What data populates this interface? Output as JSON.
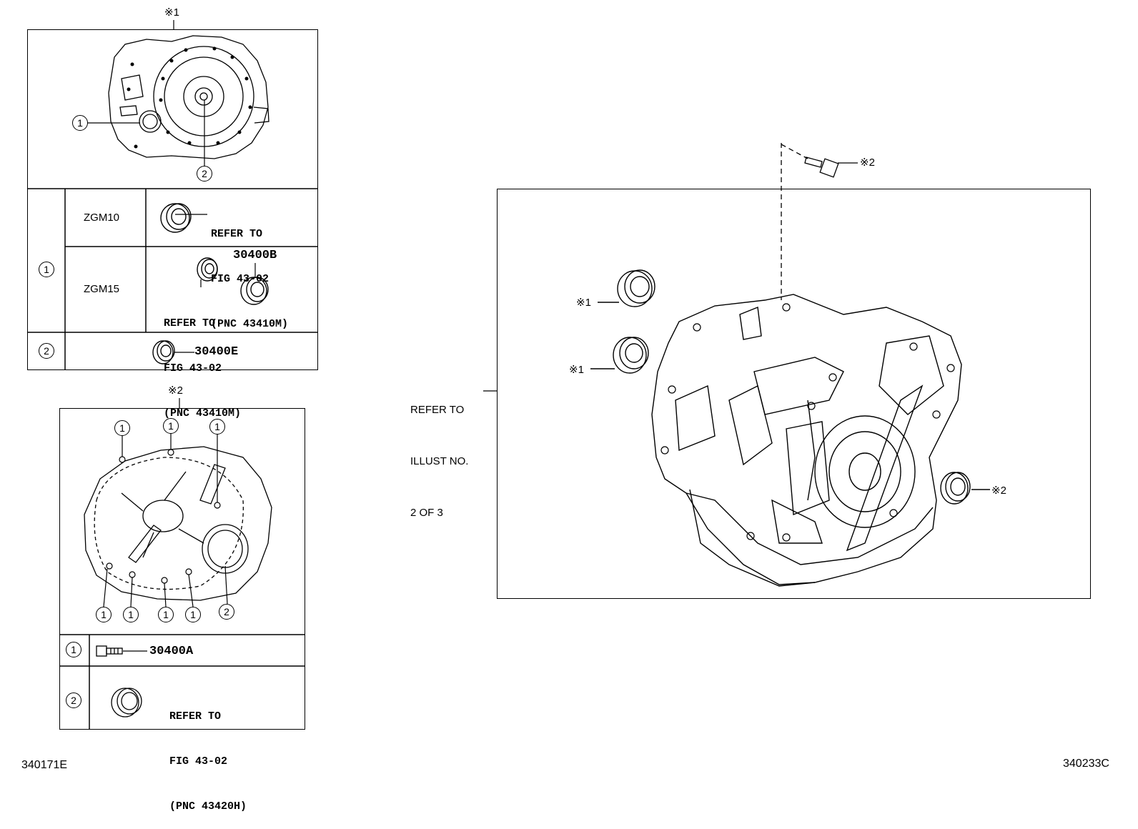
{
  "inset1": {
    "marker": "※1",
    "callout1": "1",
    "callout2": "2",
    "row1_label": "1",
    "row2_label": "2",
    "variant_a": "ZGM10",
    "variant_b": "ZGM15",
    "ref_a": [
      "REFER TO",
      "FIG 43-02",
      "(PNC 43410M)"
    ],
    "ref_b": [
      "REFER TO",
      "FIG 43-02",
      "(PNC 43410M)"
    ],
    "part_b": "30400B",
    "part_row2": "30400E"
  },
  "inset2": {
    "marker": "※2",
    "callout1": "1",
    "callout2": "2",
    "row1_label": "1",
    "row2_label": "2",
    "part_row1": "30400A",
    "ref_row2": [
      "REFER TO",
      "FIG 43-02",
      "(PNC 43420H)"
    ]
  },
  "main": {
    "bolt_label": "※2",
    "seal1_label": "※1",
    "seal2_label": "※1",
    "seal3_label": "※2",
    "refer_note": [
      "REFER TO",
      "ILLUST NO.",
      "2 OF 3"
    ]
  },
  "footer": {
    "left_code": "340171E",
    "right_code": "340233C"
  }
}
